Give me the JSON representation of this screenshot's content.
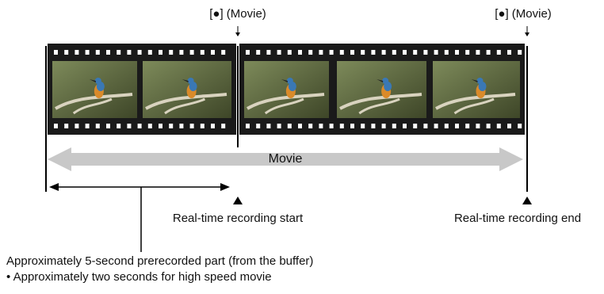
{
  "markers": {
    "start": {
      "label": "[●] (Movie)",
      "caption": "Real-time recording start"
    },
    "end": {
      "label": "[●] (Movie)",
      "caption": "Real-time recording end"
    }
  },
  "filmstrip": {
    "frame_count": 5,
    "frame_subject": "kingfisher on branch",
    "colors": {
      "film": "#1a1a1a",
      "sprocket": "#ffffff",
      "bg_dark": "#3e4628",
      "bg_light": "#7d8a5a",
      "branch": "#d9d3bf",
      "bird_orange": "#d98a2a",
      "bird_blue": "#3a78b5"
    }
  },
  "movie_band": {
    "label": "Movie",
    "color": "#c8c8c8"
  },
  "buffer_note": {
    "main": "Approximately 5-second prerecorded part (from the buffer)",
    "bullet": "• Approximately two seconds for high speed movie"
  }
}
